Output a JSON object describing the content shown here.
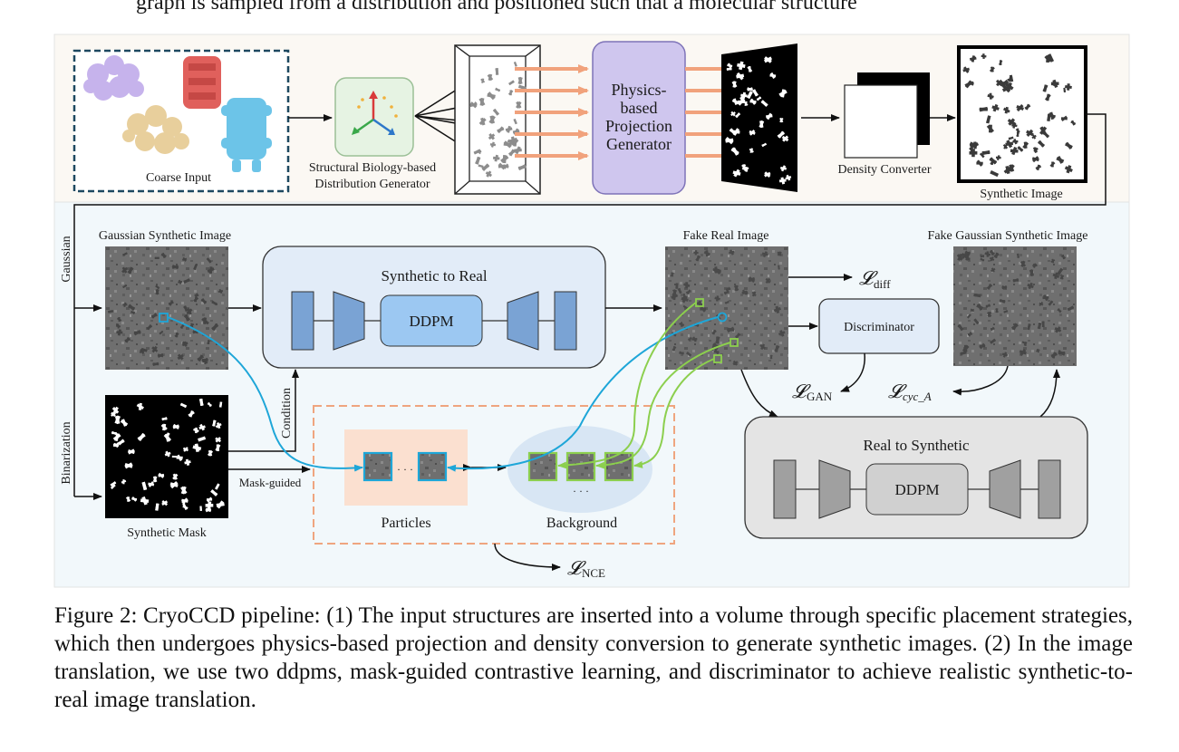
{
  "top_header_fragment": "graph is sampled from a distribution and positioned such that a molecular structure",
  "labels": {
    "coarse_input": "Coarse Input",
    "dist_gen_line1": "Structural Biology-based",
    "dist_gen_line2": "Distribution Generator",
    "phys_line1": "Physics-",
    "phys_line2": "based",
    "phys_line3": "Projection",
    "phys_line4": "Generator",
    "density_converter": "Density Converter",
    "synthetic_image": "Synthetic Image",
    "gaussian": "Gaussian",
    "binarization": "Binarization",
    "gaussian_synthetic_image": "Gaussian Synthetic Image",
    "synthetic_to_real": "Synthetic to Real",
    "ddpm": "DDPM",
    "fake_real_image": "Fake Real Image",
    "fake_gaussian_synthetic_image": "Fake Gaussian Synthetic Image",
    "discriminator": "Discriminator",
    "condition": "Condition",
    "mask_guided": "Mask-guided",
    "synthetic_mask": "Synthetic Mask",
    "particles": "Particles",
    "background": "Background",
    "ellipsis": "· · ·",
    "real_to_synthetic": "Real to Synthetic",
    "loss_diff_sym": "𝓛",
    "loss_diff_sub": "diff",
    "loss_gan_sym": "𝓛",
    "loss_gan_sub": "GAN",
    "loss_cyc_sym": "𝓛",
    "loss_cyc_sub": "cyc_A",
    "loss_nce_sym": "𝓛",
    "loss_nce_sub": "NCE"
  },
  "caption": "Figure 2: CryoCCD pipeline: (1) The input structures are inserted into a volume through specific placement strategies, which then undergoes physics-based projection and density conversion to generate synthetic images. (2) In the image translation, we use two ddpms, mask-guided contrastive learning, and discriminator to achieve realistic synthetic-to-real image translation.",
  "colors": {
    "protein_purple": "#c6b3ec",
    "protein_red": "#e0605c",
    "protein_tan": "#e8cf9c",
    "protein_blue": "#6cc4e8",
    "dist_gen_fill": "#e6f3e3",
    "phys_fill": "#cfc6ee",
    "projection_arrow": "#f1a27c",
    "s2r_fill": "#e2ecf8",
    "ddpm_blue": "#9cc8f2",
    "encoder_blue": "#7aa3d4",
    "r2s_fill": "#e4e4e4",
    "encoder_gray": "#a0a0a0",
    "nce_dash": "#efa57f",
    "particles_fill": "#fbe0d0",
    "background_fill": "#d8e6f4",
    "cyan_curve": "#1ea6d8",
    "green_curve": "#8ccf4e"
  }
}
